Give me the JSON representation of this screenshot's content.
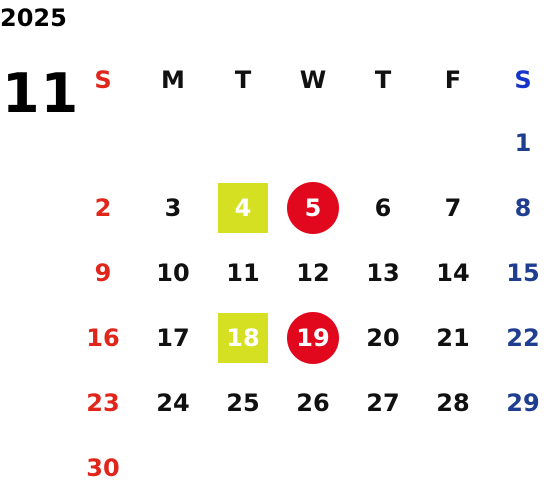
{
  "calendar": {
    "year": "2025",
    "month": "11",
    "weekdays": [
      "S",
      "M",
      "T",
      "W",
      "T",
      "F",
      "S"
    ],
    "weeks": [
      [
        "",
        "",
        "",
        "",
        "",
        "",
        "1"
      ],
      [
        "2",
        "3",
        "4",
        "5",
        "6",
        "7",
        "8"
      ],
      [
        "9",
        "10",
        "11",
        "12",
        "13",
        "14",
        "15"
      ],
      [
        "16",
        "17",
        "18",
        "19",
        "20",
        "21",
        "22"
      ],
      [
        "23",
        "24",
        "25",
        "26",
        "27",
        "28",
        "29"
      ],
      [
        "30",
        "",
        "",
        "",
        "",
        "",
        ""
      ]
    ],
    "highlight_square_days": [
      "4",
      "18"
    ],
    "highlight_circle_days": [
      "5",
      "19"
    ]
  },
  "colors": {
    "sunday": "#e0251b",
    "saturday": "#1f3e8f",
    "saturday_header": "#1733c9",
    "weekday": "#111111",
    "square_mark": "#d6e023",
    "circle_mark": "#e1071c"
  }
}
